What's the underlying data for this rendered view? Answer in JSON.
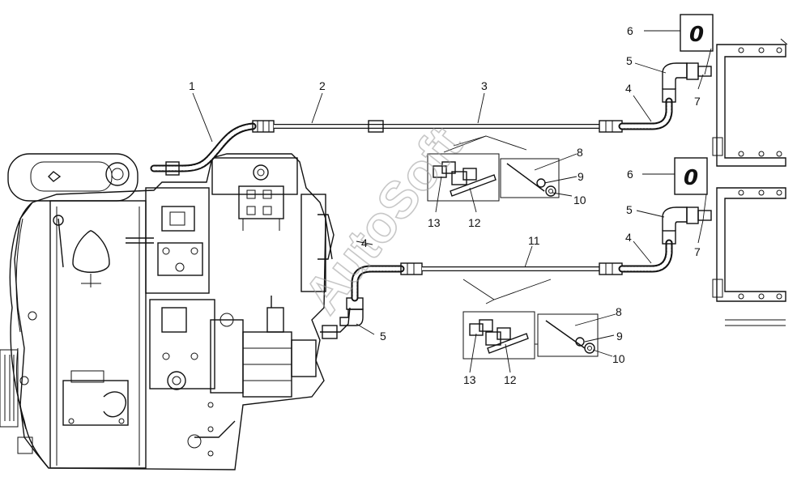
{
  "diagram": {
    "watermark": "AutoSoft",
    "callouts": {
      "c1": "1",
      "c2": "2",
      "c3": "3",
      "c4_top": "4",
      "c4_mid": "4",
      "c4_left": "4",
      "c5_top": "5",
      "c5_mid": "5",
      "c5_low": "5",
      "c6_top": "6",
      "c6_mid": "6",
      "c7_top": "7",
      "c7_mid": "7",
      "c8_top": "8",
      "c8_low": "8",
      "c9_top": "9",
      "c9_low": "9",
      "c10_top": "10",
      "c10_low": "10",
      "c11": "11",
      "c12_top": "12",
      "c12_low": "12",
      "c13_top": "13",
      "c13_low": "13"
    },
    "seal_glyph_top": "0",
    "seal_glyph_mid": "0"
  }
}
